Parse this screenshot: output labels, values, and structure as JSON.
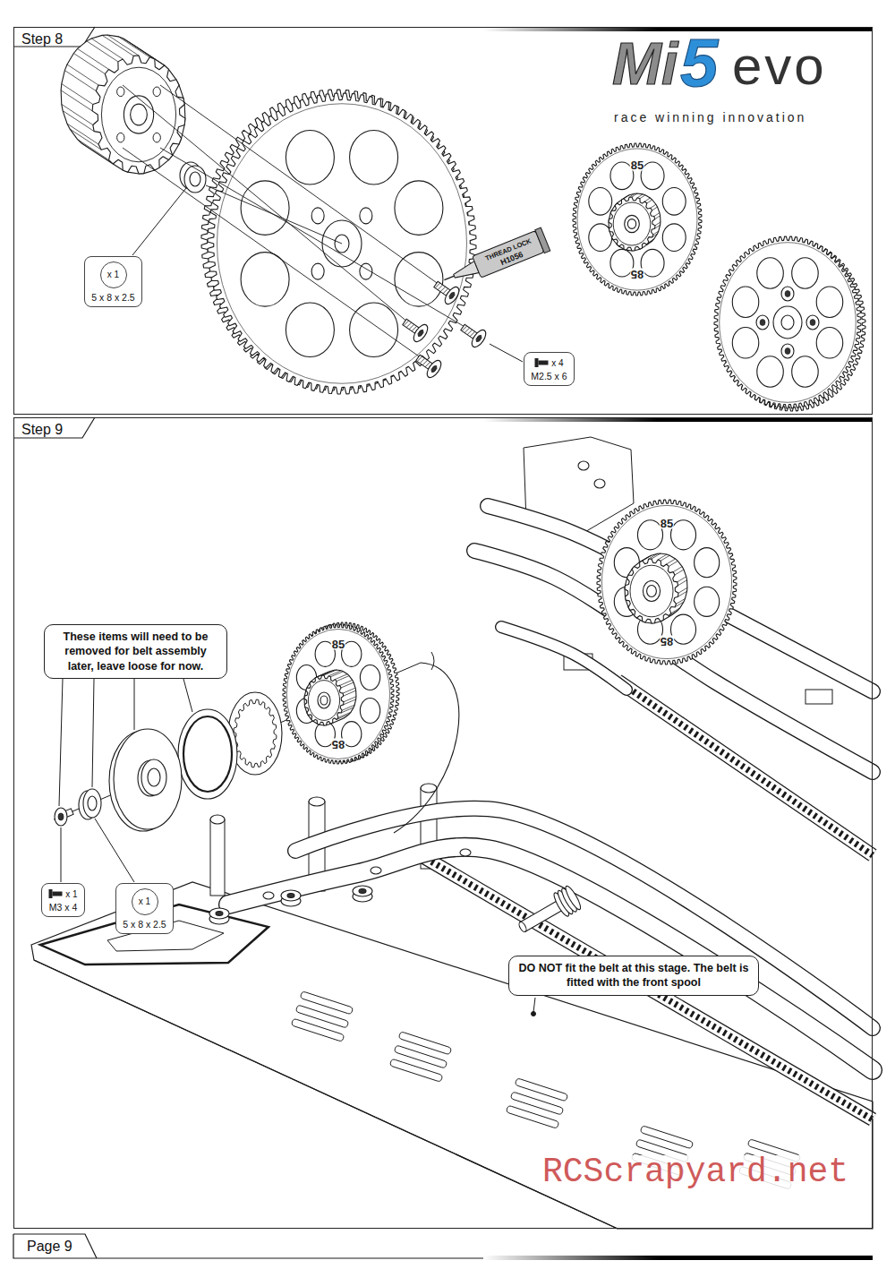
{
  "diagram": {
    "nodes": [
      {
        "text": [
          "Step 8"
        ]
      },
      {
        "text": [
          "x 1",
          "5 x 8 x 2.5"
        ],
        "in": 0
      },
      {
        "text": [
          "x 4",
          "M2.5 x 6"
        ],
        "in": 0
      },
      {
        "text": [
          "Step 9"
        ]
      },
      {
        "text": [
          "These items will need to be removed for belt assembly later, leave loose for now."
        ],
        "in": 3
      },
      {
        "text": [
          "x 1",
          "M3 x 4"
        ],
        "in": 3
      },
      {
        "text": [
          "x 1",
          "5 x 8 x 2.5"
        ],
        "in": 3
      },
      {
        "text": [
          "DO NOT fit the belt at this stage. The belt is fitted with the front spool"
        ],
        "in": 3
      }
    ],
    "labels": [
      "Mi",
      "5",
      "evo",
      "race winning innovation",
      "THREAD LOCK",
      "H1056",
      "85",
      "85",
      "85",
      "85",
      "85",
      "85",
      "Page 9",
      "RCScrapyard.net"
    ]
  }
}
